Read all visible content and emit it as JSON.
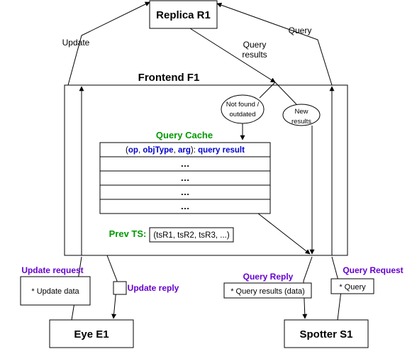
{
  "nodes": {
    "replica": "Replica R1",
    "frontend": "Frontend F1",
    "eye": "Eye E1",
    "spotter": "Spotter S1"
  },
  "cache": {
    "title": "Query Cache",
    "header": {
      "open": "(",
      "op": "op",
      "sep1": ", ",
      "objtype": "objType",
      "sep2": ", ",
      "arg": "arg",
      "close": "): ",
      "result": "query result"
    },
    "rows": [
      "…",
      "…",
      "…",
      "…"
    ]
  },
  "prev_ts": {
    "label": "Prev TS:",
    "value": "(tsR1, tsR2, tsR3, ...)"
  },
  "decisions": {
    "not_found_line1": "Not found /",
    "not_found_line2": "outdated",
    "new_results_line1": "New",
    "new_results_line2": "results"
  },
  "edges": {
    "update": "Update",
    "query": "Query",
    "query_results_line1": "Query",
    "query_results_line2": "results",
    "update_request": "Update request",
    "update_data": "* Update data",
    "update_reply": "Update reply",
    "query_reply": "Query Reply",
    "query_results_data": "* Query results (data)",
    "query_request": "Query Request",
    "query_small": "* Query"
  },
  "colors": {
    "green": "#009900",
    "purple": "#6600cc",
    "blue": "#0000cc"
  }
}
